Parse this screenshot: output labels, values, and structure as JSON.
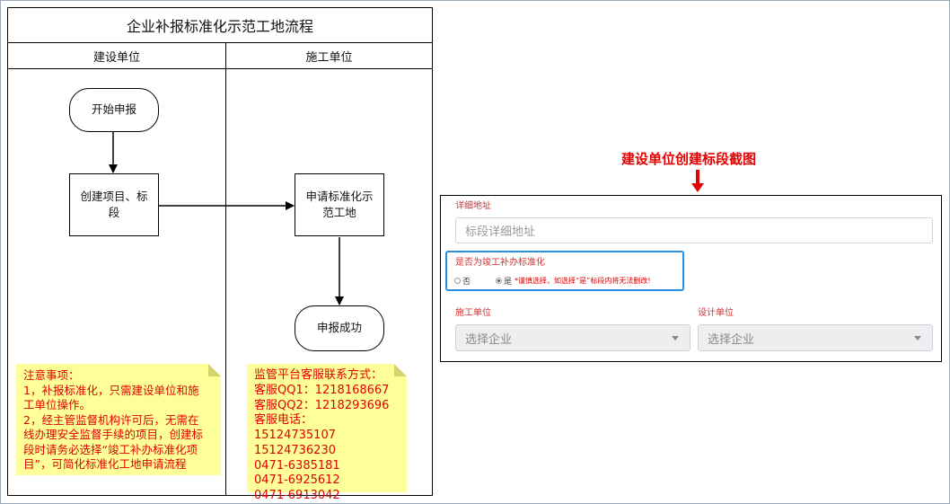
{
  "flowchart": {
    "title": "企业补报标准化示范工地流程",
    "lanes": [
      "建设单位",
      "施工单位"
    ],
    "nodes": {
      "start": "开始申报",
      "create_line1": "创建项目、标",
      "create_line2": "段",
      "apply_line1": "申请标准化示",
      "apply_line2": "范工地",
      "success": "申报成功"
    },
    "notes": {
      "notice": [
        "注意事项：",
        "1，补报标准化，只需建设单位和施",
        "工单位操作。",
        "2，经主管监督机构许可后，无需在",
        "线办理安全监督手续的项目，创建标",
        "段时请务必选择“竣工补办标准化项",
        "目”，可简化标准化工地申请流程"
      ],
      "contact": [
        "监管平台客服联系方式：",
        "客服QQ1：1218168667",
        "客服QQ2：1218293696",
        "客服电话：",
        "15124735107",
        "15124736230",
        "0471-6385181",
        "0471-6925612",
        "0471-6913042"
      ]
    }
  },
  "screenshot": {
    "caption": "建设单位创建标段截图",
    "address_label": "详细地址",
    "address_placeholder": "标段详细地址",
    "standard_label": "是否为竣工补办标准化",
    "option_no": "否",
    "option_yes": "是",
    "selected": "是",
    "warning": "*谨慎选择，如选择“是”标段内将无法删改!",
    "construction_label": "施工单位",
    "construction_value": "选择企业",
    "design_label": "设计单位",
    "design_value": "选择企业"
  },
  "colors": {
    "note_bg": "#ffff99",
    "note_text": "#e10000",
    "caption": "#e30000",
    "highlight": "#2a8ee0"
  }
}
